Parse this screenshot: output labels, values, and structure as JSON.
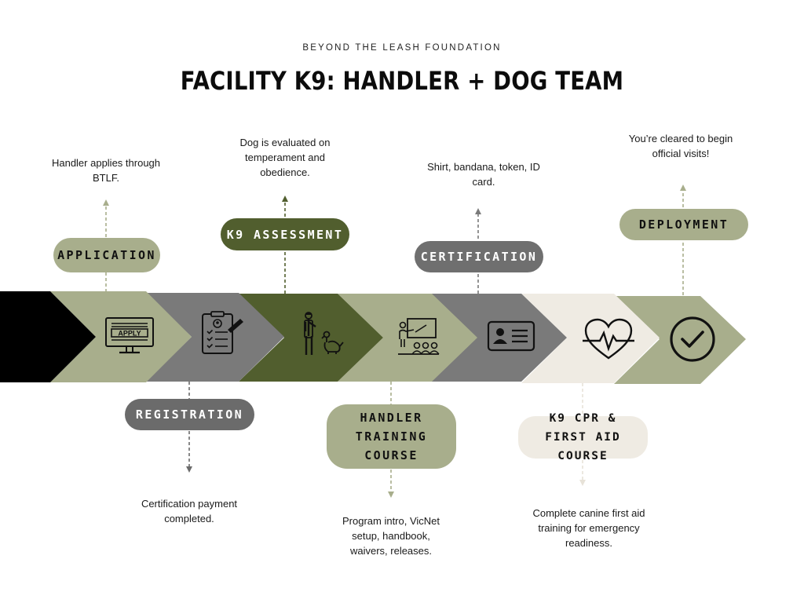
{
  "header": {
    "org": "BEYOND THE LEASH FOUNDATION",
    "title": "FACILITY K9: HANDLER + DOG TEAM"
  },
  "colors": {
    "black": "#000000",
    "sage": "#a8ae8c",
    "gray": "#7a7a7a",
    "dark_gray": "#6b6b6b",
    "olive": "#515e2e",
    "cream": "#efebe3"
  },
  "steps": [
    {
      "label": "APPLICATION",
      "description": "Handler applies through BTLF.",
      "icon": "apply-monitor-icon",
      "icon_text": "APPLY"
    },
    {
      "label": "REGISTRATION",
      "description": "Certification payment completed.",
      "icon": "clipboard-checklist-icon"
    },
    {
      "label": "K9 ASSESSMENT",
      "description": "Dog is evaluated on temperament and obedience.",
      "icon": "handler-with-dog-icon"
    },
    {
      "label": "HANDLER TRAINING COURSE",
      "description": "Program intro, VicNet setup, handbook, waivers, releases.",
      "icon": "classroom-teacher-icon"
    },
    {
      "label": "CERTIFICATION",
      "description": "Shirt, bandana, token, ID card.",
      "icon": "id-card-icon"
    },
    {
      "label": "K9 CPR & FIRST AID COURSE",
      "description": "Complete canine first aid training for emergency readiness.",
      "icon": "heartbeat-icon"
    },
    {
      "label": "DEPLOYMENT",
      "description": "You’re cleared to begin official visits!",
      "icon": "check-circle-icon"
    }
  ]
}
